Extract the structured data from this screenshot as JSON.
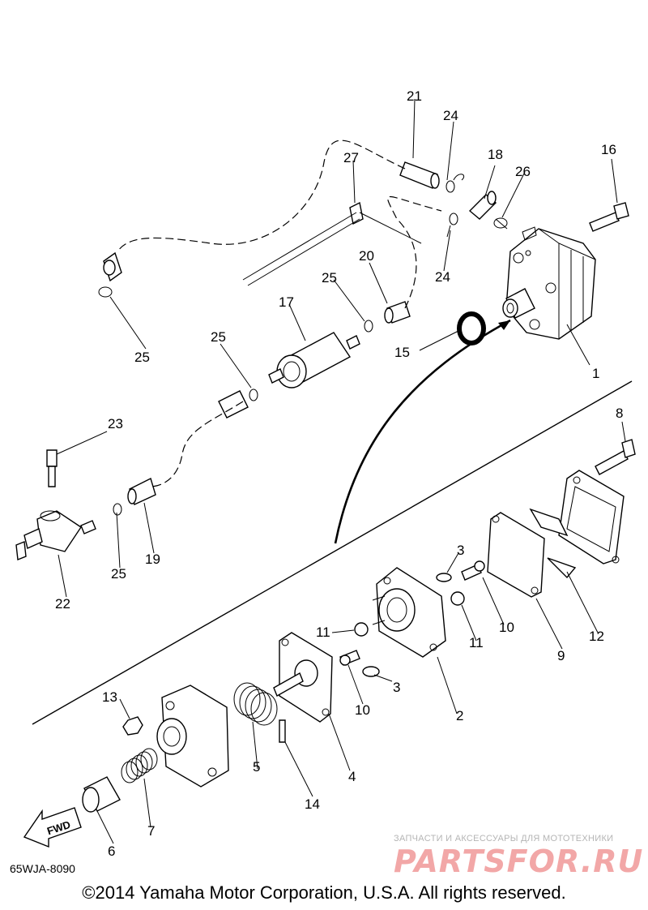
{
  "diagram": {
    "callouts": [
      {
        "id": "c1",
        "text": "1"
      },
      {
        "id": "c2",
        "text": "2"
      },
      {
        "id": "c3a",
        "text": "3"
      },
      {
        "id": "c3b",
        "text": "3"
      },
      {
        "id": "c4",
        "text": "4"
      },
      {
        "id": "c5",
        "text": "5"
      },
      {
        "id": "c6",
        "text": "6"
      },
      {
        "id": "c7",
        "text": "7"
      },
      {
        "id": "c8",
        "text": "8"
      },
      {
        "id": "c9",
        "text": "9"
      },
      {
        "id": "c10a",
        "text": "10"
      },
      {
        "id": "c10b",
        "text": "10"
      },
      {
        "id": "c11a",
        "text": "11"
      },
      {
        "id": "c11b",
        "text": "11"
      },
      {
        "id": "c12",
        "text": "12"
      },
      {
        "id": "c13",
        "text": "13"
      },
      {
        "id": "c14",
        "text": "14"
      },
      {
        "id": "c15",
        "text": "15"
      },
      {
        "id": "c16",
        "text": "16"
      },
      {
        "id": "c17",
        "text": "17"
      },
      {
        "id": "c18",
        "text": "18"
      },
      {
        "id": "c19",
        "text": "19"
      },
      {
        "id": "c20",
        "text": "20"
      },
      {
        "id": "c21",
        "text": "21"
      },
      {
        "id": "c22",
        "text": "22"
      },
      {
        "id": "c23",
        "text": "23"
      },
      {
        "id": "c24a",
        "text": "24"
      },
      {
        "id": "c24b",
        "text": "24"
      },
      {
        "id": "c25a",
        "text": "25"
      },
      {
        "id": "c25b",
        "text": "25"
      },
      {
        "id": "c25c",
        "text": "25"
      },
      {
        "id": "c25d",
        "text": "25"
      },
      {
        "id": "c26",
        "text": "26"
      },
      {
        "id": "c27",
        "text": "27"
      }
    ],
    "fwd_label": "FWD",
    "diagram_code": "65WJA-8090"
  },
  "footer": {
    "copyright": "©2014 Yamaha Motor Corporation, U.S.A. All rights reserved."
  },
  "watermark": {
    "tagline": "ЗАПЧАСТИ И АКСЕССУАРЫ ДЛЯ МОТОТЕХНИКИ",
    "logo": "PARTSFOR.RU"
  }
}
